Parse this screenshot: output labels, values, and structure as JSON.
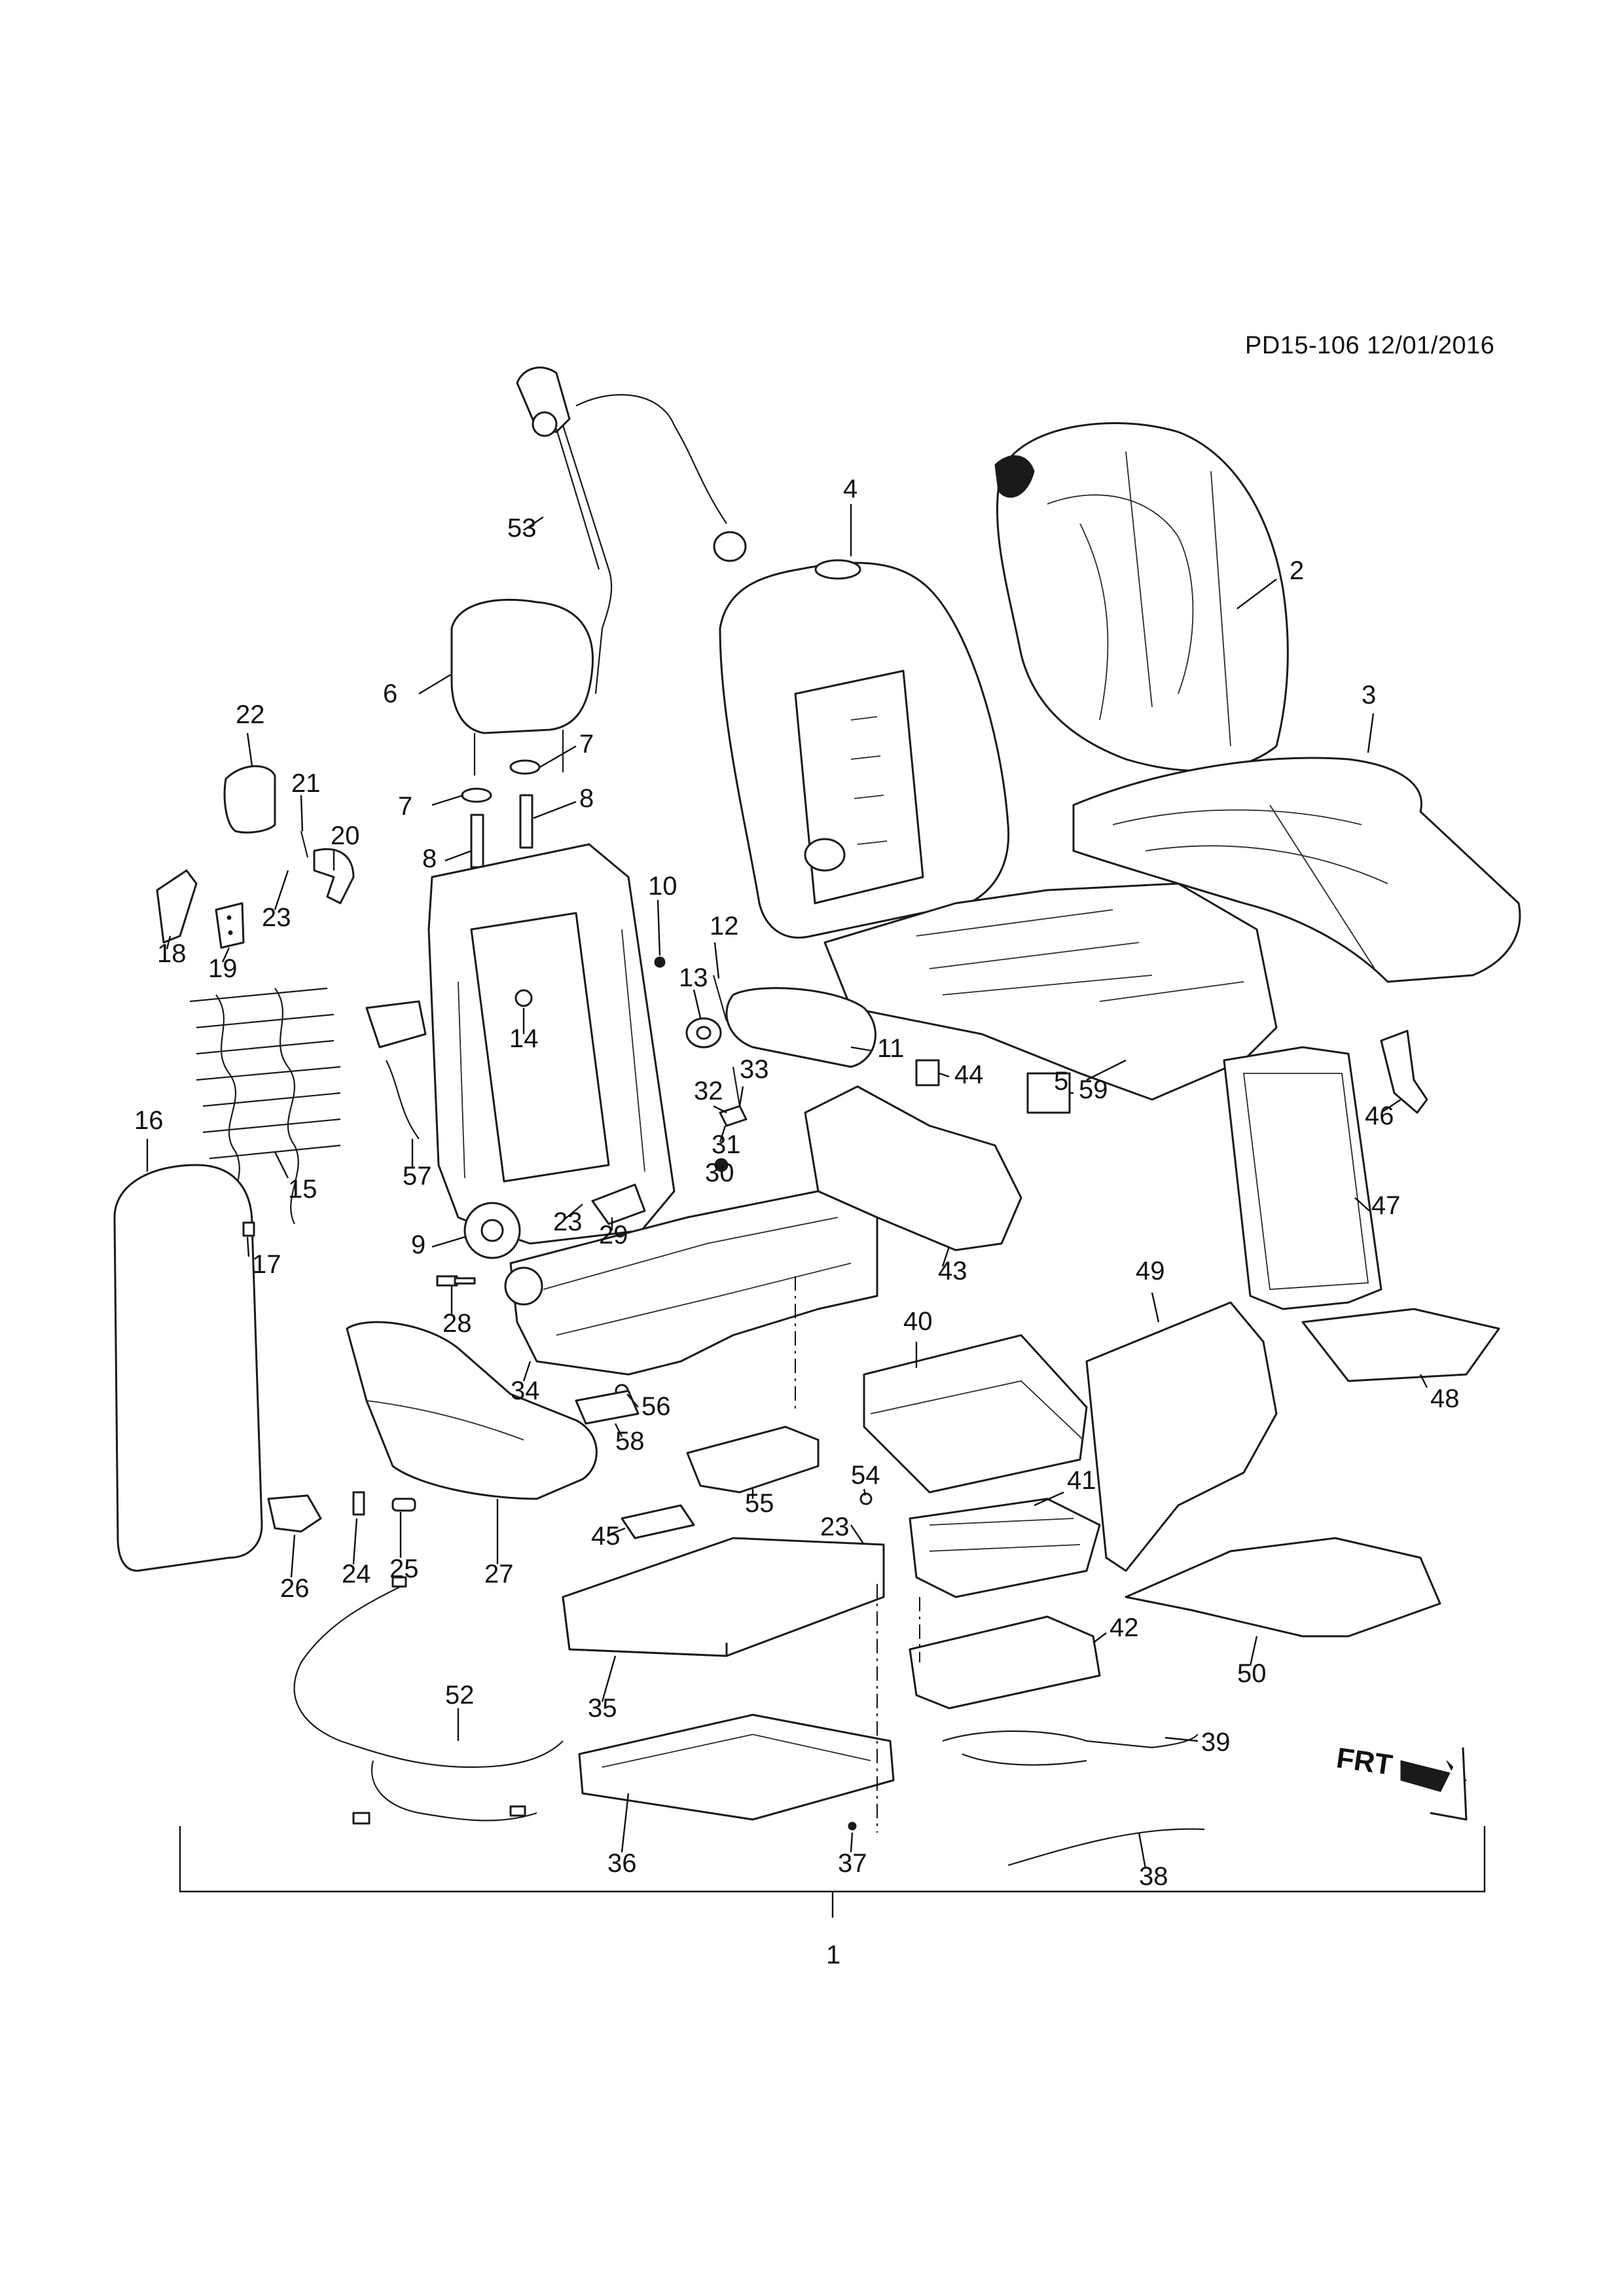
{
  "reference_code": "PD15-106 12/01/2016",
  "assembly_callout": "1",
  "forward_arrow_label": "FRT",
  "callouts": [
    "2",
    "3",
    "4",
    "5",
    "6",
    "7",
    "7",
    "8",
    "8",
    "9",
    "10",
    "11",
    "12",
    "13",
    "14",
    "15",
    "16",
    "17",
    "18",
    "19",
    "20",
    "21",
    "22",
    "23",
    "23",
    "23",
    "24",
    "25",
    "26",
    "27",
    "28",
    "29",
    "30",
    "31",
    "32",
    "33",
    "34",
    "35",
    "36",
    "37",
    "38",
    "39",
    "40",
    "41",
    "42",
    "43",
    "44",
    "45",
    "46",
    "47",
    "48",
    "49",
    "50",
    "52",
    "53",
    "54",
    "55",
    "56",
    "57",
    "58",
    "59"
  ]
}
